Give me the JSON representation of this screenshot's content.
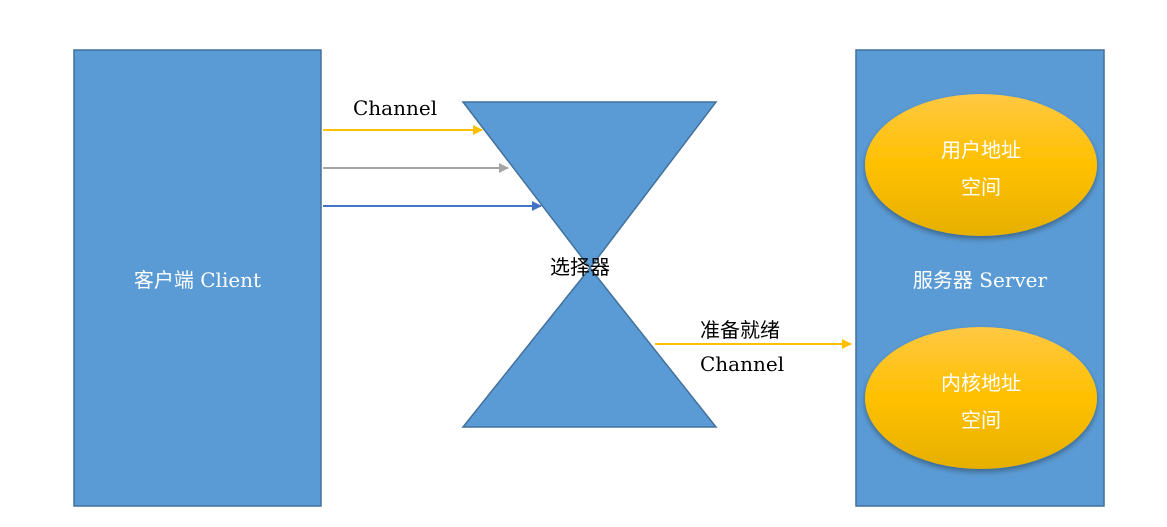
{
  "colors": {
    "box_fill": "#5B9BD5",
    "box_stroke": "#41719C",
    "ellipse_top": "#FFC43D",
    "ellipse_mid": "#FFC000",
    "ellipse_bottom": "#E6B000",
    "arrow_yellow": "#FFC000",
    "arrow_gray": "#A5A5A5",
    "arrow_blue": "#4472C4"
  },
  "client": {
    "label": "客户端 Client"
  },
  "selector": {
    "label": "选择器"
  },
  "server": {
    "label": "服务器 Server",
    "user_space": {
      "line1": "用户地址",
      "line2": "空间"
    },
    "kernel_space": {
      "line1": "内核地址",
      "line2": "空间"
    }
  },
  "arrows": {
    "incoming_label": "Channel",
    "ready_label_top": "准备就绪",
    "ready_label_bottom": "Channel"
  }
}
